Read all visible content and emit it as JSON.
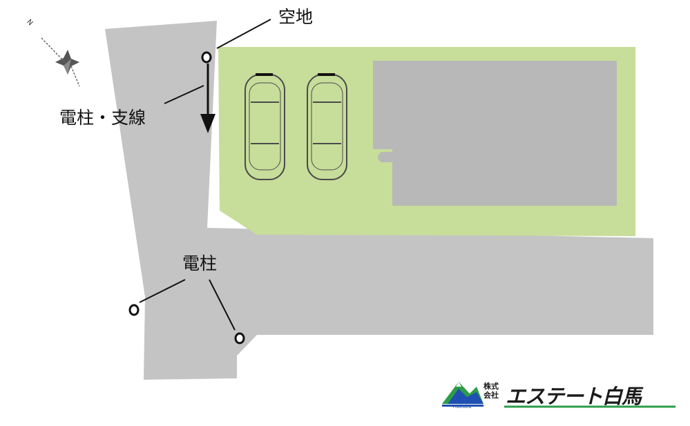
{
  "labels": {
    "vacant_lot": "空地",
    "pole_and_guy_wire": "電柱・支線",
    "utility_pole": "電柱"
  },
  "logo": {
    "corp_prefix": "株式会社",
    "company_name": "エステート白馬",
    "script_text": "Hakuba"
  },
  "compass": {
    "north_marker": "N"
  },
  "colors": {
    "road": "#c4c4c4",
    "lot": "#c7dd9a",
    "building": "#b8b8b8",
    "ink": "#111111",
    "logo_green": "#2d9c47",
    "logo_blue": "#1f4fb0"
  }
}
